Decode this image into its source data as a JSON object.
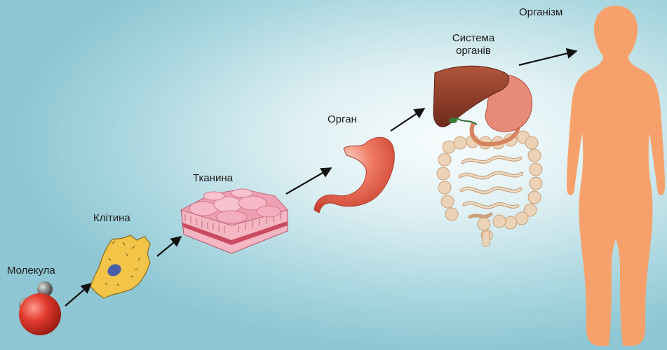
{
  "labels": {
    "molecule": "Молекула",
    "cell": "Клітина",
    "tissue": "Тканина",
    "organ": "Орган",
    "organ_system_line1": "Система",
    "organ_system_line2": "органів",
    "organism": "Організм"
  },
  "colors": {
    "background_center": "#f8fcfd",
    "background_edge": "#8ec7d3",
    "arrow": "#111111",
    "organism_silhouette": "#f6a16b",
    "molecule_oxygen": "#d9342b",
    "molecule_hydrogen": "#7d7d7d",
    "cell": "#f2c548",
    "cell_nucleus": "#4a5ea8",
    "tissue": "#ec8fa4",
    "stomach": "#e4604f",
    "liver": "#8c3a2a",
    "intestine": "#e8c8a8"
  },
  "icons": [
    "water-molecule-icon",
    "cell-icon",
    "tissue-icon",
    "stomach-icon",
    "digestive-system-icon",
    "human-silhouette-icon",
    "arrow-icon"
  ]
}
